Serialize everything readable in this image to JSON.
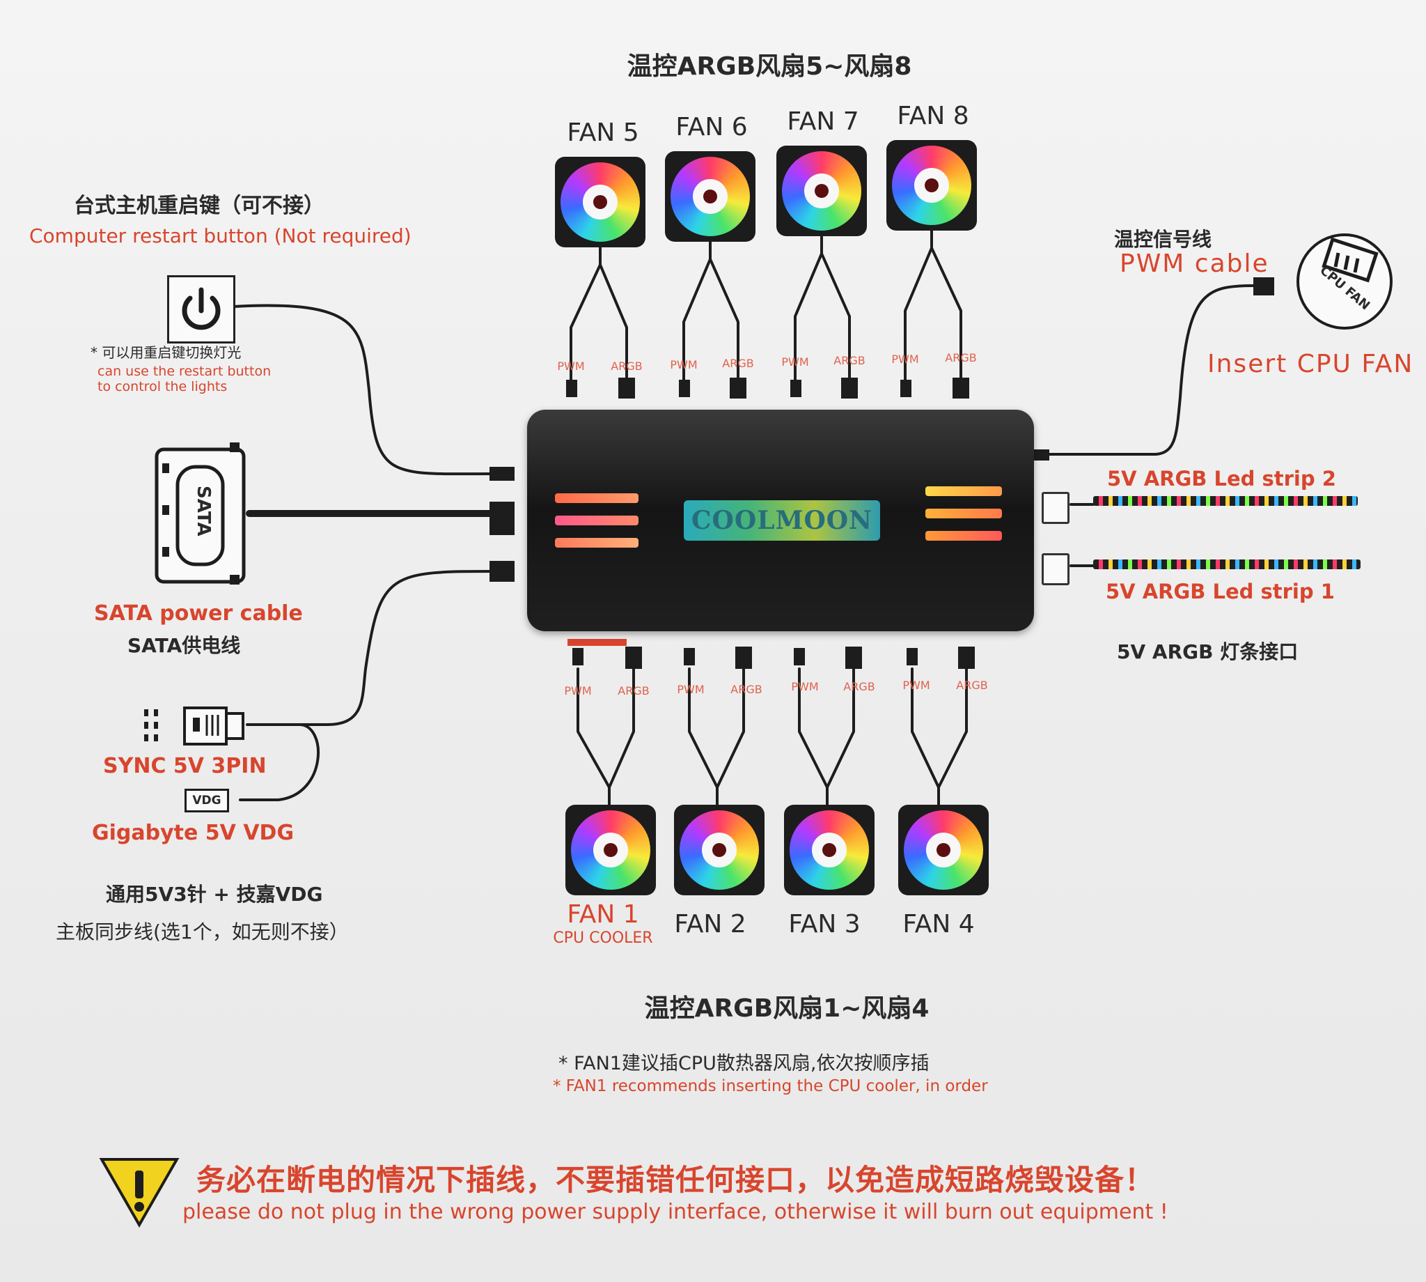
{
  "top_title": "温控ARGB风扇5~风扇8",
  "bottom_title": "温控ARGB风扇1~风扇4",
  "fans_top": [
    {
      "label": "FAN 5"
    },
    {
      "label": "FAN 6"
    },
    {
      "label": "FAN 7"
    },
    {
      "label": "FAN 8"
    }
  ],
  "fans_bottom": [
    {
      "label": "FAN 1",
      "sub": "CPU COOLER"
    },
    {
      "label": "FAN 2"
    },
    {
      "label": "FAN 3"
    },
    {
      "label": "FAN 4"
    }
  ],
  "pin_labels": {
    "pwm": "PWM",
    "argb": "ARGB"
  },
  "restart": {
    "title_cn": "台式主机重启键（可不接）",
    "title_en": "Computer restart button (Not required)",
    "note_cn": "* 可以用重启键切换灯光",
    "note_en_1": "can use the restart button",
    "note_en_2": "to control the lights"
  },
  "sata": {
    "connector_text": "SATA",
    "label_en": "SATA power cable",
    "label_cn": "SATA供电线"
  },
  "sync": {
    "label_1": "SYNC 5V 3PIN",
    "vdg_text": "VDG",
    "label_2": "Gigabyte 5V VDG",
    "cn_1": "通用5V3针 + 技嘉VDG",
    "cn_2": "主板同步线(选1个，如无则不接）"
  },
  "pwm_cable": {
    "cn": "温控信号线",
    "en": "PWM  cable",
    "badge": "CPU FAN",
    "insert": "Insert  CPU FAN"
  },
  "strips": {
    "strip2": "5V ARGB Led strip 2",
    "strip1": "5V  ARGB Led strip 1",
    "cn": "5V   ARGB 灯条接口"
  },
  "hub": {
    "logo": "COOLMOON"
  },
  "notes": {
    "fan1_cn": "* FAN1建议插CPU散热器风扇,依次按顺序插",
    "fan1_en": "* FAN1 recommends inserting the CPU cooler, in order"
  },
  "warning": {
    "cn": "务必在断电的情况下插线，不要插错任何接口，以免造成短路烧毁设备！",
    "en": "please do not plug in the wrong power supply interface, otherwise it will burn out equipment !"
  },
  "colors": {
    "accent_red": "#d8452d",
    "text_dark": "#2a2a2a",
    "warning_yellow": "#f1d21e"
  }
}
